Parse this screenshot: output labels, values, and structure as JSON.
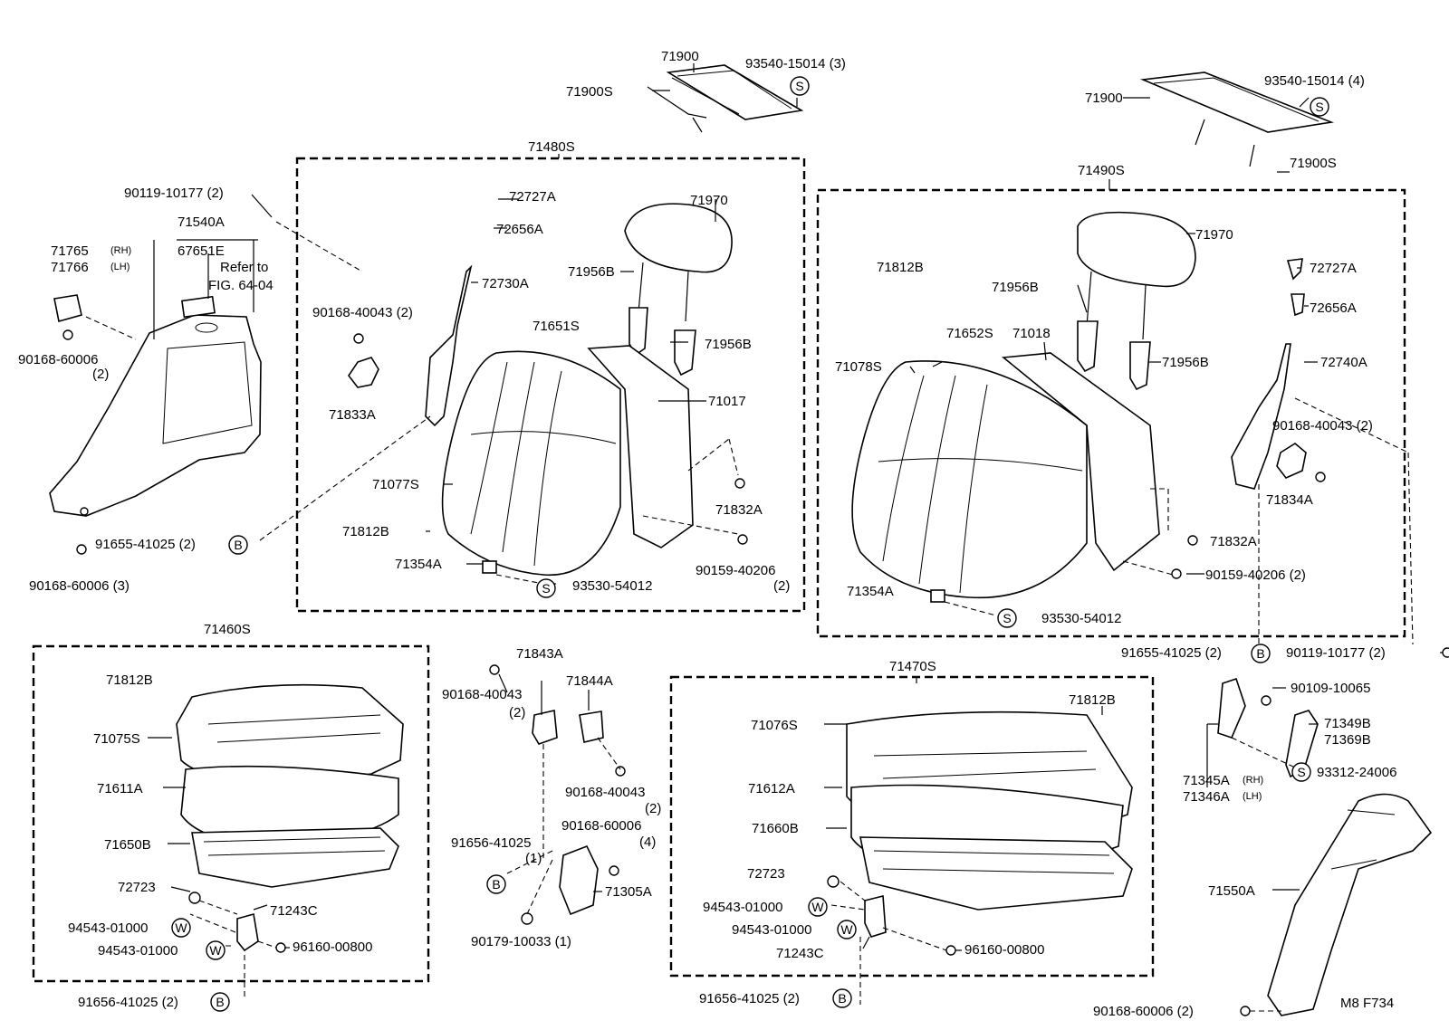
{
  "labels": {
    "l_71900_a": "71900",
    "l_93540_a": "93540-15014 (3)",
    "l_71900S_a": "71900S",
    "l_71480S": "71480S",
    "l_90119_a": "90119-10177 (2)",
    "l_72727A_a": "72727A",
    "l_72656A_a": "72656A",
    "l_71970_a": "71970",
    "l_71540A": "71540A",
    "l_67651E": "67651E",
    "l_71765": "71765",
    "l_rh1": "(RH)",
    "l_71766": "71766",
    "l_lh1": "(LH)",
    "l_refer1": "Refer to",
    "l_refer2": "FIG. 64-04",
    "l_72730A": "72730A",
    "l_71956B_a": "71956B",
    "l_90168_40043_a": "90168-40043 (2)",
    "l_71651S": "71651S",
    "l_71956B_b": "71956B",
    "l_90168_60006_a": "90168-60006",
    "l_90168_60006_a2": "(2)",
    "l_71017": "71017",
    "l_71833A": "71833A",
    "l_71077S": "71077S",
    "l_71832A_a": "71832A",
    "l_71812B_a": "71812B",
    "l_91655_a": "91655-41025 (2)",
    "l_90159_a": "90159-40206",
    "l_90159_a2": "(2)",
    "l_71354A_a": "71354A",
    "l_93530_a": "93530-54012",
    "l_90168_60006_b": "90168-60006 (3)",
    "l_71900_b": "71900",
    "l_93540_b": "93540-15014 (4)",
    "l_71900S_b": "71900S",
    "l_71490S": "71490S",
    "l_71970_b": "71970",
    "l_71812B_b": "71812B",
    "l_72727A_b": "72727A",
    "l_71956B_c": "71956B",
    "l_72656A_b": "72656A",
    "l_71652S": "71652S",
    "l_71018": "71018",
    "l_71078S": "71078S",
    "l_71956B_d": "71956B",
    "l_72740A": "72740A",
    "l_90168_40043_b": "90168-40043 (2)",
    "l_71834A": "71834A",
    "l_71832A_b": "71832A",
    "l_90159_b": "90159-40206 (2)",
    "l_71354A_b": "71354A",
    "l_93530_b": "93530-54012",
    "l_91655_b": "91655-41025 (2)",
    "l_90119_b": "90119-10177 (2)",
    "l_71460S": "71460S",
    "l_71812B_c": "71812B",
    "l_71075S": "71075S",
    "l_71611A": "71611A",
    "l_71650B": "71650B",
    "l_72723_a": "72723",
    "l_71243C_a": "71243C",
    "l_94543_a": "94543-01000",
    "l_94543_b": "94543-01000",
    "l_96160_a": "96160-00800",
    "l_91656_a": "91656-41025 (2)",
    "l_71843A": "71843A",
    "l_71844A": "71844A",
    "l_90168_40043_c": "90168-40043",
    "l_90168_40043_c2": "(2)",
    "l_90168_40043_d": "90168-40043",
    "l_90168_40043_d2": "(2)",
    "l_90168_60006_c": "90168-60006",
    "l_90168_60006_c2": "(4)",
    "l_91656_b": "91656-41025",
    "l_91656_b2": "(1)",
    "l_71305A": "71305A",
    "l_90179": "90179-10033 (1)",
    "l_71470S": "71470S",
    "l_71812B_d": "71812B",
    "l_71076S": "71076S",
    "l_71612A": "71612A",
    "l_71660B": "71660B",
    "l_72723_b": "72723",
    "l_94543_c": "94543-01000",
    "l_94543_d": "94543-01000",
    "l_71243C_b": "71243C",
    "l_96160_b": "96160-00800",
    "l_91656_c": "91656-41025 (2)",
    "l_90109": "90109-10065",
    "l_71349B": "71349B",
    "l_71369B": "71369B",
    "l_71345A": "71345A",
    "l_rh2": "(RH)",
    "l_71346A": "71346A",
    "l_lh2": "(LH)",
    "l_93312": "93312-24006",
    "l_71550A": "71550A",
    "l_90168_60006_d": "90168-60006 (2)",
    "l_code": "M8  F734"
  },
  "symbols": {
    "s": "S",
    "b": "B",
    "w": "W"
  }
}
